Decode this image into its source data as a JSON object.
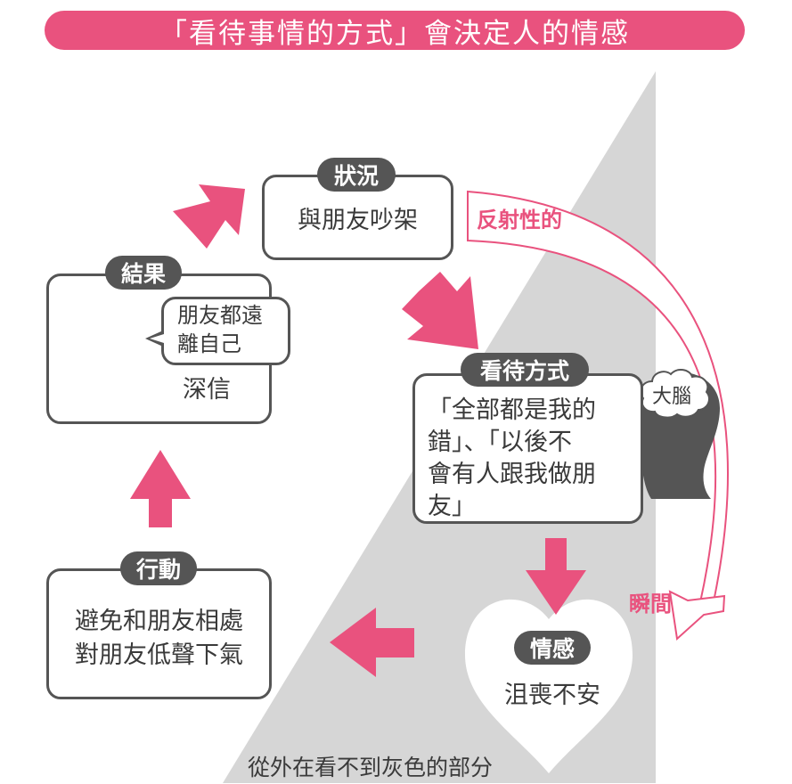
{
  "title": "「看待事情的方式」會決定人的情感",
  "nodes": {
    "situation": {
      "label": "狀況",
      "text": "與朋友吵架"
    },
    "viewpoint": {
      "label": "看待方式",
      "lines": [
        "「全部都是我的",
        "錯」、「以後不",
        "會有人跟我做朋",
        "友」"
      ],
      "brain": "大腦"
    },
    "emotion": {
      "label": "情感",
      "text": "沮喪不安"
    },
    "action": {
      "label": "行動",
      "lines": [
        "避免和朋友相處",
        "對朋友低聲下氣"
      ]
    },
    "result": {
      "label": "結果",
      "bubble_lines": [
        "朋友都遠",
        "離自己"
      ],
      "text": "深信"
    }
  },
  "annotations": {
    "reflex": "反射性的",
    "instant": "瞬間",
    "hidden": "從外在看不到灰色的部分"
  },
  "colors": {
    "accent": "#e9527e",
    "dark": "#555555",
    "gray_area": "#d6d6d6"
  }
}
